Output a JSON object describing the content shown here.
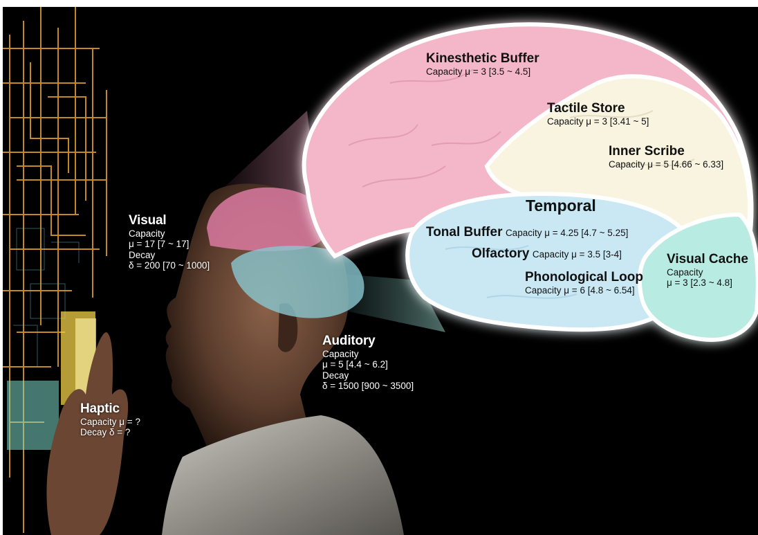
{
  "labels": {
    "visual": {
      "title": "Visual",
      "line1": "Capacity",
      "line2": "μ = 17 [7 ~ 17]",
      "line3": "Decay",
      "line4": "δ = 200 [70 ~ 1000]"
    },
    "auditory": {
      "title": "Auditory",
      "line1": "Capacity",
      "line2": "μ =  5 [4.4 ~ 6.2]",
      "line3": "Decay",
      "line4": "δ = 1500 [900 ~ 3500]"
    },
    "haptic": {
      "title": "Haptic",
      "line1": "Capacity  μ = ?",
      "line2": "Decay      δ = ?"
    },
    "kinesthetic": {
      "title": "Kinesthetic Buffer",
      "sub": "Capacity   μ = 3 [3.5 ~ 4.5]"
    },
    "tactile": {
      "title": "Tactile Store",
      "sub": "Capacity   μ = 3 [3.41 ~ 5]"
    },
    "inner_scribe": {
      "title": "Inner Scribe",
      "sub": "Capacity   μ = 5 [4.66 ~ 6.33]"
    },
    "temporal": {
      "title": "Temporal"
    },
    "tonal_buffer": {
      "title": "Tonal Buffer",
      "sub": "Capacity  μ = 4.25 [4.7 ~ 5.25]"
    },
    "olfactory": {
      "title": "Olfactory",
      "sub": "Capacity  μ = 3.5 [3-4]"
    },
    "phonological": {
      "title": "Phonological Loop",
      "sub": "Capacity   μ = 6 [4.8 ~ 6.54]"
    },
    "visual_cache": {
      "title": "Visual Cache",
      "line1": "Capacity",
      "line2": "μ = 3 [2.3 ~ 4.8]"
    }
  },
  "colors": {
    "background": "#000000",
    "kinesthetic": "#f3b7c9",
    "tactile": "#f8f4df",
    "temporal": "#c9e8f4",
    "visual_cache": "#b8ece2",
    "grid": "#e8a22a"
  }
}
